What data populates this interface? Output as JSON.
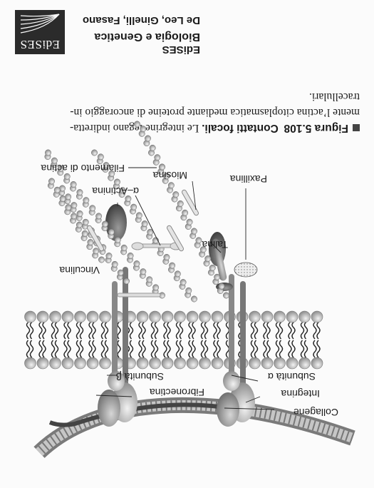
{
  "header": {
    "publisher": "EdiSES",
    "logo_text": "EdiSES",
    "book_title": "Biologia e Genetica",
    "authors": "De Leo, Ginelli, Fasano"
  },
  "caption": {
    "figure_label": "Figura 5.108",
    "title": "Contatti focali.",
    "line1_rest": "Le integrine legano indiretta-",
    "line2": "mente l’actina citoplasmatica mediante proteine di ancoraggio in-",
    "line3": "tracellulari."
  },
  "labels": {
    "actin": "Filamento di actina",
    "paxillin": "Paxillina",
    "myosin": "Miosina",
    "alpha_actinin": "α–Actinina",
    "talin": "Talina",
    "vinculin": "Vinculina",
    "beta_subunit": "Subunità β",
    "alpha_subunit": "Subunità α",
    "fibronectin": "Fibronectina",
    "integrin": "Integrina",
    "collagen": "Collagene"
  }
}
